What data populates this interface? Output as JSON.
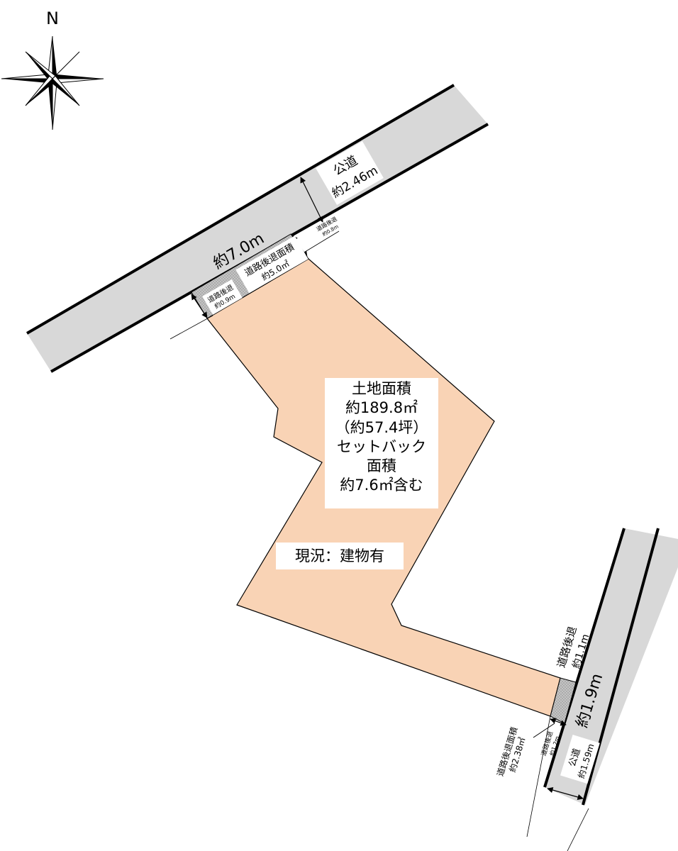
{
  "compass": {
    "north_label": "N"
  },
  "north_road": {
    "name": "公道",
    "width": "約2.46m",
    "frontage": "約7.0m",
    "setback_area_label": "道路後退面積",
    "setback_area_value": "約5.0㎡",
    "setback_left_label": "道路後退",
    "setback_left_value": "約0.9m",
    "setback_right_label": "道路後退",
    "setback_right_value": "約0.8m"
  },
  "east_road": {
    "name": "公道",
    "width": "約1.59m",
    "frontage": "約1.9m",
    "setback_label": "道路後退",
    "setback_value": "約1.1m",
    "setback_small_label": "道路後退",
    "setback_small_value": "約1.2m",
    "setback_area_label": "道路後退面積",
    "setback_area_value": "約2.38㎡"
  },
  "land": {
    "title": "土地面積",
    "area_sqm": "約189.8㎡",
    "area_tsubo": "（約57.4坪）",
    "setback_line1": "セットバック",
    "setback_line2": "面積",
    "setback_line3": "約7.6㎡含む",
    "status": "現況：建物有"
  },
  "colors": {
    "road": "#d8d8d8",
    "lot": "#f9d3b5",
    "setback": "#bdbdbd"
  }
}
